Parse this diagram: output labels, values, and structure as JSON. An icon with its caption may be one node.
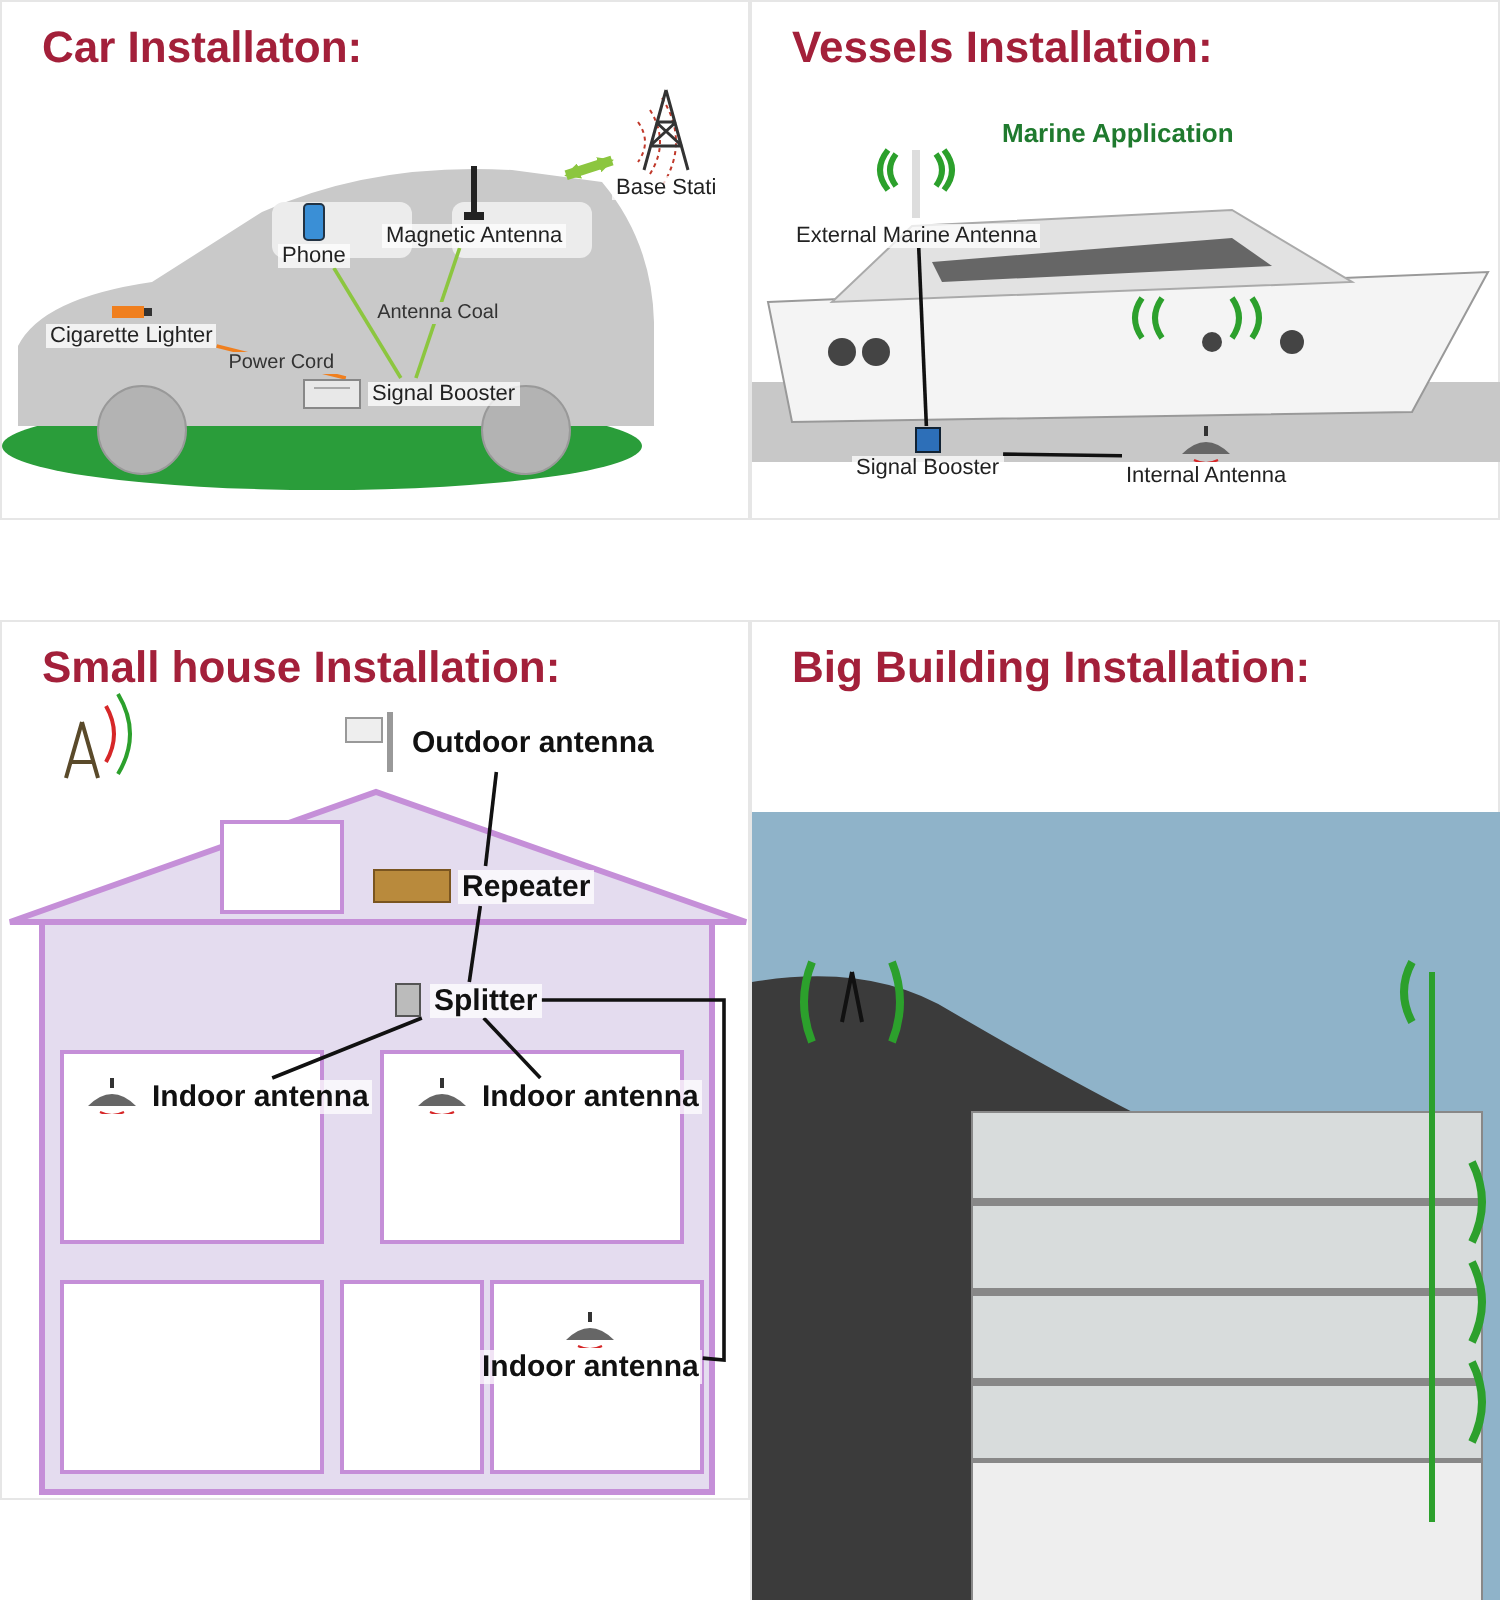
{
  "diagram": {
    "nodes": [
      {
        "text": [
          "Car Installaton:"
        ]
      },
      {
        "text": [
          "Magnetic Antenna"
        ],
        "in": 0
      },
      {
        "text": [
          "Phone"
        ],
        "in": 0
      },
      {
        "text": [
          "Cigarette Lighter"
        ],
        "in": 0
      },
      {
        "text": [
          "Signal Booster"
        ],
        "in": 0
      },
      {
        "text": [
          "Base Stati"
        ],
        "in": 0
      },
      {
        "text": [
          "Vessels Installation:",
          "Marine Application"
        ]
      },
      {
        "text": [
          "External Marine Antenna"
        ],
        "in": 6
      },
      {
        "text": [
          "Signal Booster"
        ],
        "in": 6
      },
      {
        "text": [
          "Internal Antenna"
        ],
        "in": 6
      },
      {
        "text": [
          "Small house Installation:"
        ]
      },
      {
        "text": [
          "Outdoor antenna"
        ],
        "in": 10
      },
      {
        "text": [
          "Repeater"
        ],
        "in": 10
      },
      {
        "text": [
          "Splitter"
        ],
        "in": 10
      },
      {
        "text": [
          "Indoor antenna"
        ],
        "in": 10
      },
      {
        "text": [
          "Indoor antenna"
        ],
        "in": 10
      },
      {
        "text": [
          "Indoor antenna"
        ],
        "in": 10
      },
      {
        "text": [
          "Big Building Installation:"
        ]
      }
    ],
    "edges": [
      {
        "from": 5,
        "to": 1,
        "arrow": "both",
        "style": "thick",
        "color": "#8cc63f"
      },
      {
        "from": 1,
        "to": 4,
        "arrow": "none",
        "label": "Antenna Coal",
        "color": "#8cc63f"
      },
      {
        "from": 2,
        "to": 4,
        "arrow": "none",
        "color": "#8cc63f"
      },
      {
        "from": 3,
        "to": 4,
        "arrow": "none",
        "label": "Power Cord",
        "color": "#f07f1e"
      },
      {
        "from": 7,
        "to": 8,
        "arrow": "none"
      },
      {
        "from": 8,
        "to": 9,
        "arrow": "none"
      },
      {
        "from": 11,
        "to": 12,
        "arrow": "none"
      },
      {
        "from": 12,
        "to": 13,
        "arrow": "none"
      },
      {
        "from": 13,
        "to": 14,
        "arrow": "none"
      },
      {
        "from": 13,
        "to": 15,
        "arrow": "none"
      },
      {
        "from": 13,
        "to": 16,
        "arrow": "none"
      }
    ]
  }
}
